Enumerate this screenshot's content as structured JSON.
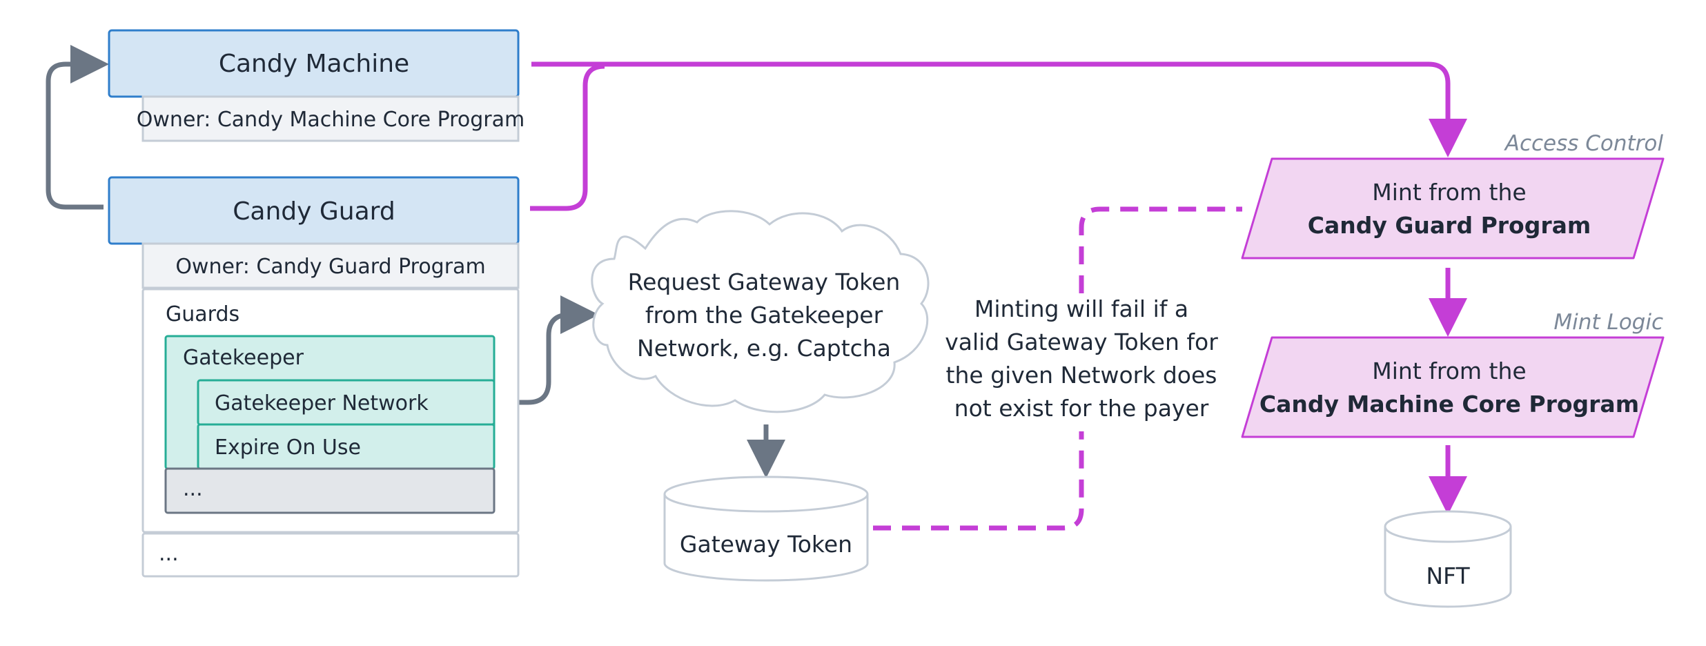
{
  "accounts": {
    "candy_machine": {
      "label": "Candy Machine",
      "owner": "Owner: Candy Machine Core Program"
    },
    "candy_guard": {
      "label": "Candy Guard",
      "owner": "Owner: Candy Guard Program",
      "guards_label": "Guards",
      "gatekeeper": {
        "label": "Gatekeeper",
        "fields": [
          "Gatekeeper Network",
          "Expire On Use"
        ]
      },
      "guards_more": "...",
      "more": "..."
    }
  },
  "cloud": {
    "lines": [
      "Request Gateway Token",
      "from the Gatekeeper",
      "Network, e.g. Captcha"
    ]
  },
  "gateway_token": {
    "label": "Gateway Token"
  },
  "note": {
    "lines": [
      "Minting will fail if a",
      "valid Gateway Token for",
      "the given Network does",
      "not exist for the payer"
    ]
  },
  "instructions": {
    "access_control": {
      "tag": "Access Control",
      "line1": "Mint from the",
      "line2": "Candy Guard Program"
    },
    "mint_logic": {
      "tag": "Mint Logic",
      "line1": "Mint from the",
      "line2": "Candy Machine Core Program"
    }
  },
  "nft": {
    "label": "NFT"
  },
  "colors": {
    "blue_fill": "#d4e5f4",
    "blue_stroke": "#2f7ecb",
    "gray_fill": "#f1f3f6",
    "gray_stroke": "#c4ccd6",
    "teal_fill": "#d2efeb",
    "teal_stroke": "#26ad96",
    "dark_gray_fill": "#e3e6ea",
    "dark_gray_stroke": "#6b7684",
    "magenta": "#c43ed6",
    "pink_fill": "#f2d6f2",
    "arrow_gray": "#6b7684"
  }
}
